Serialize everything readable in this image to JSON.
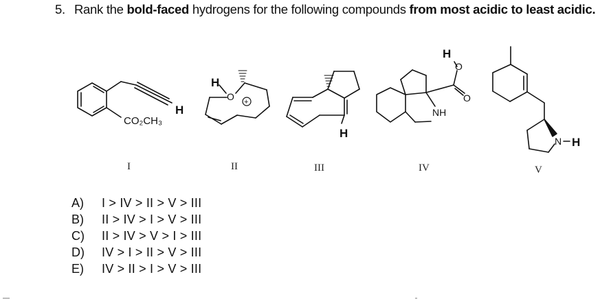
{
  "question": {
    "number": "5.",
    "text_parts": [
      {
        "text": "Rank the ",
        "bold": false
      },
      {
        "text": "bold-faced",
        "bold": true
      },
      {
        "text": " hydrogens for the following compounds ",
        "bold": false
      },
      {
        "text": "from most acidic to least acidic.",
        "bold": true
      }
    ]
  },
  "compounds": [
    {
      "label": "I",
      "atoms": {
        "h": "H",
        "ester": "CO₂CH₃"
      }
    },
    {
      "label": "II",
      "atoms": {
        "h": "H",
        "o": "O",
        "charge": "+"
      }
    },
    {
      "label": "III",
      "atoms": {
        "h": "H"
      }
    },
    {
      "label": "IV",
      "atoms": {
        "h": "H",
        "o1": "O",
        "o2": "O",
        "nh": "NH"
      }
    },
    {
      "label": "V",
      "atoms": {
        "nh": "N−H"
      }
    }
  ],
  "choices": [
    {
      "letter": "A)",
      "order": "I > IV > II > V > III"
    },
    {
      "letter": "B)",
      "order": "II > IV > I > V > III"
    },
    {
      "letter": "C)",
      "order": "II > IV > V > I > III"
    },
    {
      "letter": "D)",
      "order": "IV > I > II > V > III"
    },
    {
      "letter": "E)",
      "order": "IV > II > I > V > III"
    }
  ]
}
